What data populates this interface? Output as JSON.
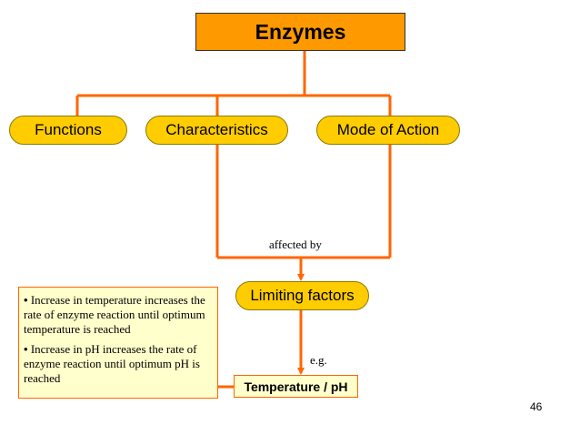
{
  "title": "Enzymes",
  "branches": {
    "functions": "Functions",
    "characteristics": "Characteristics",
    "mode_of_action": "Mode of Action"
  },
  "connector_labels": {
    "affected_by": "affected by",
    "eg": "e.g."
  },
  "limiting_factors": "Limiting factors",
  "example": "Temperature / pH",
  "notes": [
    {
      "bullet": "•",
      "text": "Increase in temperature increases the rate of enzyme reaction until optimum temperature is reached"
    },
    {
      "bullet": "•",
      "text": "Increase in pH increases the rate of enzyme reaction until optimum pH is reached"
    }
  ],
  "page_number": "46",
  "colors": {
    "connector": "#ff6600",
    "title_fill": "#ff9900",
    "pill_fill": "#ffcc00",
    "note_fill": "#ffffcc"
  }
}
